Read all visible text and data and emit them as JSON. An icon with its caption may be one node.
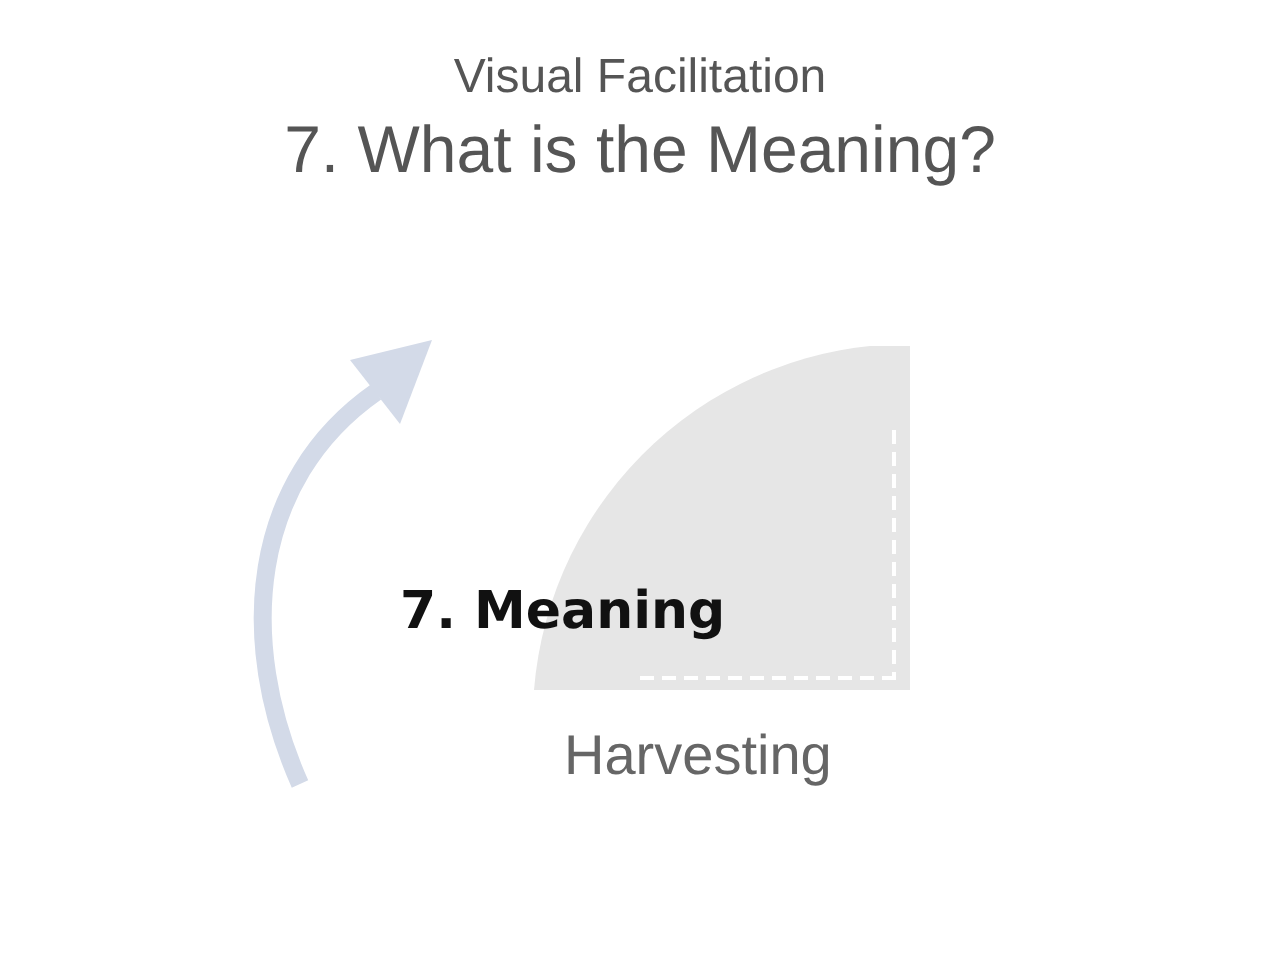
{
  "diagram": {
    "title": "7. What is the Meaning?",
    "labels": [
      "Visual Facilitation"
    ],
    "nodes": [
      {
        "text": [
          "7. Meaning"
        ],
        "beside": [
          "Harvesting"
        ]
      }
    ]
  }
}
